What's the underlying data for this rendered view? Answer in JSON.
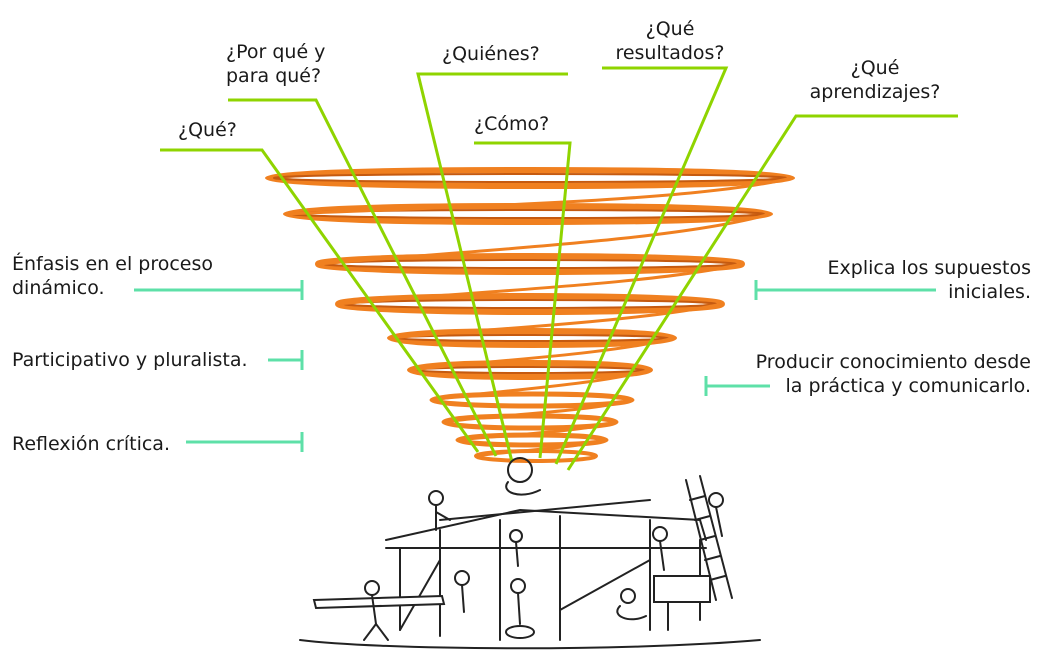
{
  "questions": {
    "que": "¿Qué?",
    "por_que": [
      "¿Por qué y",
      "para qué?"
    ],
    "quienes": "¿Quiénes?",
    "como": "¿Cómo?",
    "resultados": [
      "¿Qué",
      "resultados?"
    ],
    "aprendizajes": [
      "¿Qué",
      "aprendizajes?"
    ]
  },
  "side_labels": {
    "enfasis": [
      "Énfasis en el proceso",
      "dinámico."
    ],
    "participativo": "Participativo y pluralista.",
    "reflexion": "Reflexión crítica.",
    "explica": [
      "Explica los supuestos",
      "iniciales."
    ],
    "producir": [
      "Producir conocimiento desde",
      "la práctica y comunicarlo."
    ]
  },
  "colors": {
    "green_lines": "#8fd400",
    "teal_connectors": "#5ee0a8",
    "spiral": "#f08020",
    "text": "#1a1a1a",
    "sketch": "#222222"
  },
  "illustration": "construction-site-sketch"
}
